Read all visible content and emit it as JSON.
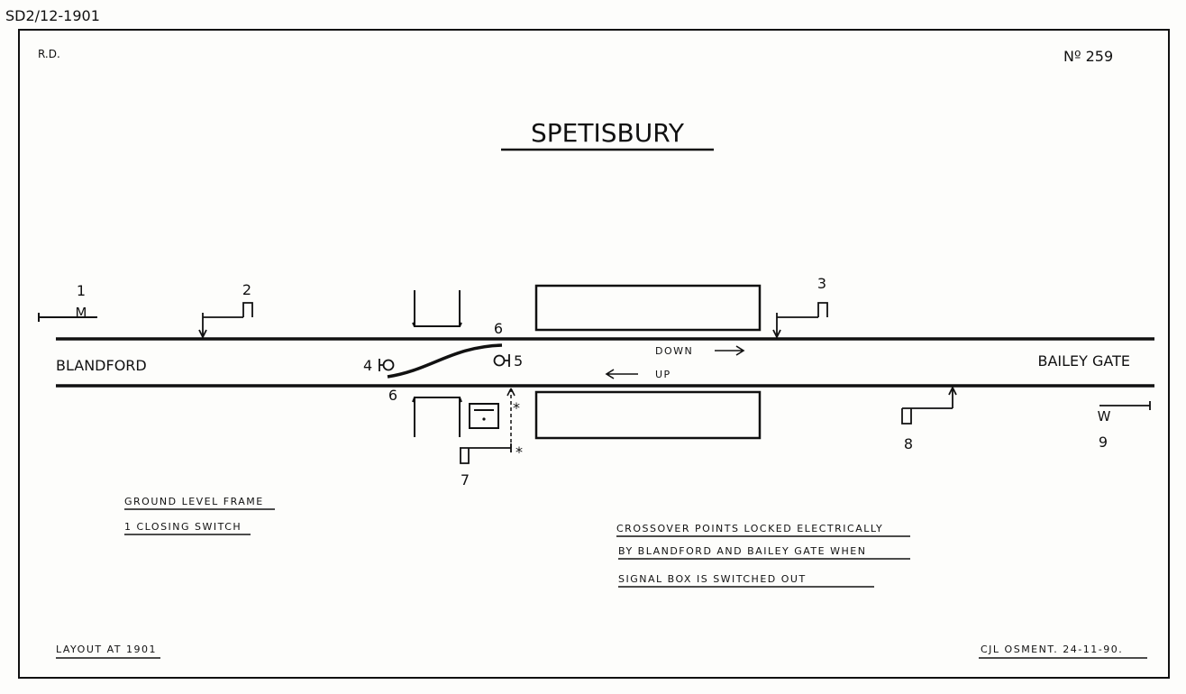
{
  "reference": "SD2/12-1901",
  "initials": "R.D.",
  "diagram_number": "Nº 259",
  "title": "SPETISBURY",
  "places": {
    "left": "BLANDFORD",
    "right": "BAILEY GATE"
  },
  "directions": {
    "down": "DOWN",
    "up": "UP"
  },
  "signals": [
    {
      "number": "1",
      "mark": "M"
    },
    {
      "number": "2"
    },
    {
      "number": "3"
    },
    {
      "number": "4"
    },
    {
      "number": "5"
    },
    {
      "number": "6"
    },
    {
      "number": "7"
    },
    {
      "number": "8"
    },
    {
      "number": "9",
      "mark": "W"
    }
  ],
  "notes_left": [
    "GROUND LEVEL FRAME",
    "1 CLOSING SWITCH"
  ],
  "notes_right": [
    "CROSSOVER POINTS LOCKED ELECTRICALLY",
    "BY BLANDFORD AND BAILEY GATE WHEN",
    "SIGNAL BOX IS SWITCHED OUT"
  ],
  "asterisk": "*",
  "footer_left": "LAYOUT AT 1901",
  "footer_right": "CJL OSMENT. 24-11-90."
}
